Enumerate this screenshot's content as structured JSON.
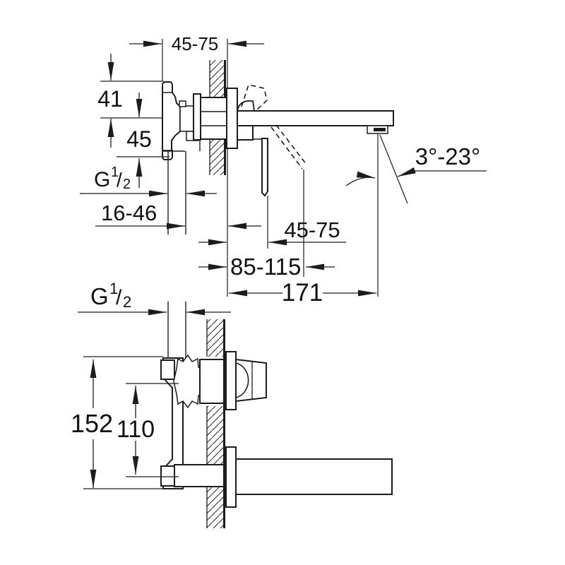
{
  "colors": {
    "background": "#ffffff",
    "line": "#1c1c1c",
    "text": "#111111"
  },
  "upper_view": {
    "depth_range": "45-75",
    "dim_41": "41",
    "dim_45": "45",
    "thread_label": {
      "letter": "G",
      "sup": "1",
      "slash": "/",
      "sub": "2"
    },
    "recess_range": "16-46",
    "lever_range": "45-75",
    "lever_reach_range": "85-115",
    "projection": "171",
    "angle_range": "3°-23°"
  },
  "lower_view": {
    "thread_label": {
      "letter": "G",
      "sup": "1",
      "slash": "/",
      "sub": "2"
    },
    "bracket_height": "152",
    "port_spacing": "110"
  }
}
